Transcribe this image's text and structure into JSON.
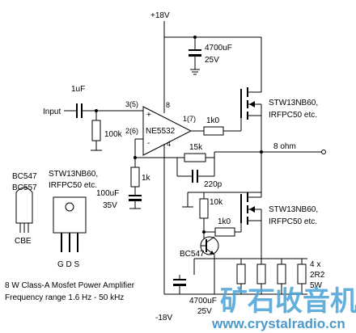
{
  "rails": {
    "pos": "+18V",
    "neg": "-18V"
  },
  "input": {
    "label": "Input",
    "cap": "1uF",
    "res": "100k"
  },
  "opamp": {
    "name": "NE5532",
    "pin_pos": "3(5)",
    "pin_neg": "2(6)",
    "pin_out": "1(7)",
    "pin_vplus": "8",
    "pin_vminus": "4",
    "plus": "+",
    "minus": "-"
  },
  "feedback": {
    "r_feedback": "15k",
    "c_feedback": "220p",
    "r_ground": "1k",
    "c_ground": "100uF",
    "c_ground_v": "35V"
  },
  "upper": {
    "cap": "4700uF",
    "cap_v": "25V",
    "gate_res": "1k0",
    "mosfet_1": "STW13NB60,",
    "mosfet_2": "IRFPC50 etc."
  },
  "output": {
    "label": "8 ohm"
  },
  "lower": {
    "res_10k": "10k",
    "res_1k0": "1k0",
    "mosfet_1": "STW13NB60,",
    "mosfet_2": "IRFPC50 etc.",
    "transistor": "BC547",
    "res_array_1": "4 x",
    "res_array_2": "2R2",
    "res_array_3": "5W",
    "cap": "4700uF",
    "cap_v": "25V"
  },
  "legend": {
    "bjt_1": "BC547",
    "bjt_2": "BC557",
    "bjt_pins": "CBE",
    "fet_1": "STW13NB60,",
    "fet_2": "IRFPC50 etc.",
    "fet_pins": "G D S"
  },
  "caption": {
    "line1": "8 W Class-A Mosfet Power Amplifier",
    "line2": "Frequency range 1.6 Hz - 50 kHz"
  },
  "watermark": {
    "chinese": "矿石收音机",
    "url": "www.crystalradio.cn"
  }
}
